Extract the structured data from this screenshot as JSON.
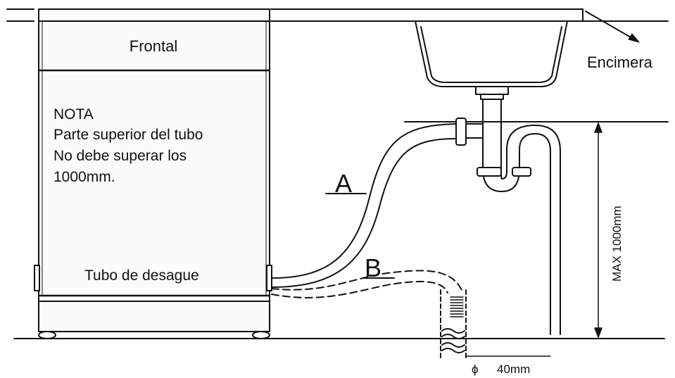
{
  "labels": {
    "frontal": "Frontal",
    "encimera": "Encimera",
    "nota_title": "NOTA",
    "nota_line1": "Parte superior del tubo",
    "nota_line2": "No debe superar los",
    "nota_line3": "1000mm.",
    "tubo_desague": "Tubo de desague",
    "hose_a": "A",
    "hose_b": "B",
    "max_height": "MAX 1000mm",
    "phi": "ϕ",
    "diameter": "40mm"
  },
  "colors": {
    "stroke": "#111111",
    "fill": "#ffffff",
    "cabinet_fill": "#fbfbfb"
  }
}
